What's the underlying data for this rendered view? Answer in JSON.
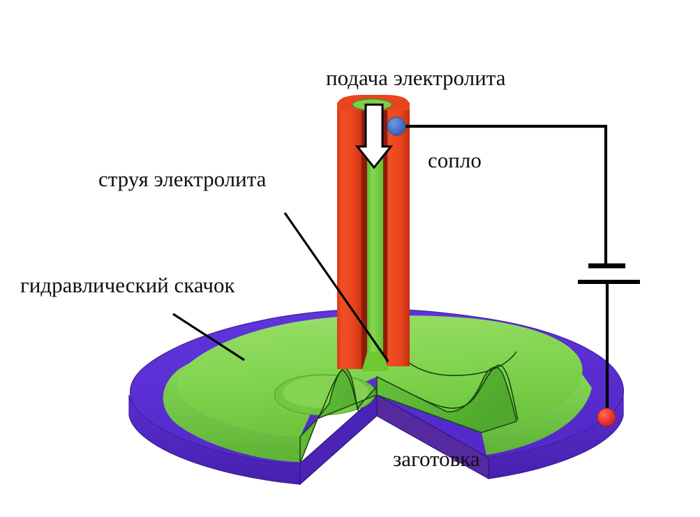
{
  "figure": {
    "title_alt": "Electrochemical jet machining schematic",
    "background_color": "#ffffff"
  },
  "labels": {
    "electrolyte_supply": "подача электролита",
    "electrolyte_jet": "струя электролита",
    "hydraulic_jump": "гидравлический скачок",
    "nozzle": "сопло",
    "workpiece": "заготовка"
  },
  "colors": {
    "nozzle_outer": "#e8451e",
    "nozzle_outer_dark": "#c02d12",
    "nozzle_inner_shadow": "#8c1b10",
    "jet_green": "#6ec832",
    "jet_green_light": "#8fd95a",
    "pool_green": "#79d44a",
    "pool_green_light": "#9ade6b",
    "pool_green_dark": "#58b235",
    "workpiece_purple": "#5a2fd0",
    "workpiece_purple_dark": "#4a24b4",
    "workpiece_purple_light": "#6a3ee0",
    "terminal_nozzle": "#4472c4",
    "terminal_workpiece": "#e8342a",
    "wire": "#000000",
    "text": "#101010"
  },
  "electrical": {
    "nozzle_terminal_name": "nozzle-electrode-terminal",
    "workpiece_terminal_name": "workpiece-electrode-terminal",
    "source_symbol": "dc-power-source"
  },
  "parts": [
    {
      "id": "nozzle",
      "label": "сопло"
    },
    {
      "id": "jet",
      "label": "струя электролита"
    },
    {
      "id": "jump",
      "label": "гидравлический скачок"
    },
    {
      "id": "workpiece",
      "label": "заготовка"
    },
    {
      "id": "supply",
      "label": "подача электролита"
    }
  ]
}
